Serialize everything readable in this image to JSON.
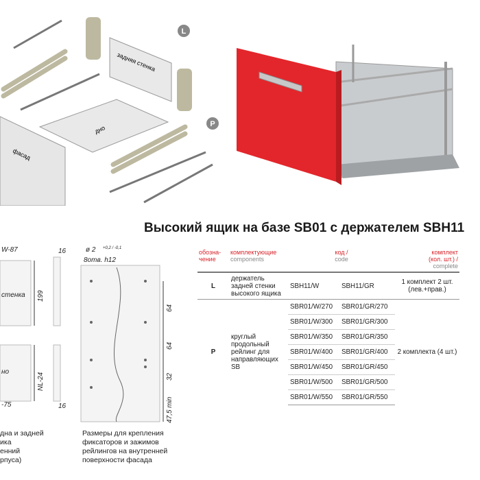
{
  "title": "Высокий ящик на базе SB01 с держателем SBH11",
  "exploded": {
    "label_L": "L",
    "label_P": "P",
    "back_panel": "задняя стенка",
    "bottom_panel": "дно",
    "front_panel": "фасад"
  },
  "dims": {
    "top_left_dim": "W-87",
    "left_back_text": "стенка",
    "height_199": "199",
    "left_bottom_text": "но",
    "nl_dim": "NL-24",
    "bottom_dim": "-75",
    "thickness_top": "16",
    "thickness_bottom": "16",
    "hole_diam": "ø 2",
    "hole_tol": "+0,2 / -0,1",
    "hole_count": "8отв. h12",
    "d64a": "64",
    "d64b": "64",
    "d32": "32",
    "d47": "47,5 min"
  },
  "captions": {
    "left": "дна и задней ика енний рпуса)",
    "left_lines": [
      "дна и задней",
      "ика",
      "енний",
      "рпуса)"
    ],
    "right_lines": [
      "Размеры для крепления",
      "фиксаторов и зажимов",
      "рейлингов на внутренней",
      "поверхности фасада"
    ]
  },
  "table": {
    "headers": {
      "designation": "обозна-\nчение",
      "components_ru": "комплектующие",
      "components_en": "components",
      "code_ru": "код /",
      "code_en": "code",
      "complete_ru": "комплект\n(кол. шт.) /",
      "complete_en": "complete"
    },
    "row_L": {
      "mark": "L",
      "name": "держатель задней стенки высокого ящика",
      "code1": "SBH11/W",
      "code2": "SBH11/GR",
      "complete": "1 комплект 2 шт. (лев.+прав.)"
    },
    "row_P": {
      "mark": "P",
      "name": "круглый продольный рейлинг для направляющих SB",
      "complete": "2 комплекта (4 шт.)",
      "codes": [
        [
          "SBR01/W/270",
          "SBR01/GR/270"
        ],
        [
          "SBR01/W/300",
          "SBR01/GR/300"
        ],
        [
          "SBR01/W/350",
          "SBR01/GR/350"
        ],
        [
          "SBR01/W/400",
          "SBR01/GR/400"
        ],
        [
          "SBR01/W/450",
          "SBR01/GR/450"
        ],
        [
          "SBR01/W/500",
          "SBR01/GR/500"
        ],
        [
          "SBR01/W/550",
          "SBR01/GR/550"
        ]
      ]
    }
  },
  "colors": {
    "accent": "#d8232a",
    "facade": "#e3262b",
    "metal": "#b8bcbf",
    "olive": "#bdb9a0"
  }
}
